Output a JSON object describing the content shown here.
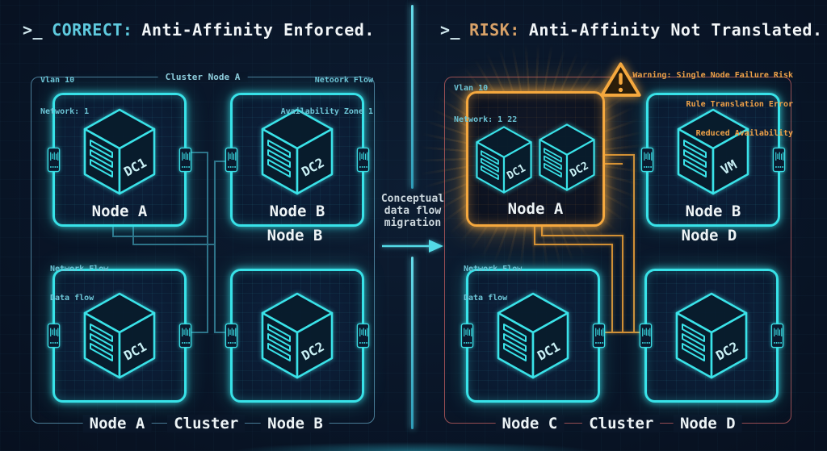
{
  "titles": {
    "left": {
      "prompt": ">_",
      "keyword": "CORRECT:",
      "rest": "Anti-Affinity Enforced."
    },
    "right": {
      "prompt": ">_",
      "keyword": "RISK:",
      "rest": "Anti-Affinity Not Translated."
    }
  },
  "left_panel": {
    "meta_left": [
      "Vlan 10",
      "Network: 1"
    ],
    "meta_right": [
      "Netoork Flow",
      "Availability Zone 1"
    ],
    "cluster_top_label": "Cluster Node A",
    "flow_label": [
      "Network Flow",
      "Data flow"
    ],
    "nodes": {
      "top_left": {
        "cube": "DC1",
        "label": "Node A"
      },
      "top_right": {
        "cube": "DC2",
        "label": "Node B"
      },
      "bottom_left": {
        "cube": "DC1"
      },
      "bottom_right": {
        "cube": "DC2"
      }
    },
    "external_label": "Node B",
    "bottom_labels": [
      "Node A",
      "Cluster",
      "Node B"
    ]
  },
  "right_panel": {
    "meta_left": [
      "Vlan 10",
      "Network: 1 22"
    ],
    "warning_lines": [
      "Warning: Single Node Failure Risk",
      "Rule Translation Error",
      "Reduced Availability"
    ],
    "flow_label": [
      "Network Flow",
      "Data flow"
    ],
    "nodes": {
      "top_left": {
        "cube1": "DC1",
        "cube2": "DC2",
        "label": "Node A"
      },
      "top_right": {
        "cube": "VM",
        "label": "Node B"
      },
      "bottom_left": {
        "cube": "DC1"
      },
      "bottom_right": {
        "cube": "DC2"
      }
    },
    "external_label": "Node D",
    "bottom_labels": [
      "Node C",
      "Cluster",
      "Node D"
    ]
  },
  "center": {
    "caption": [
      "Conceptual",
      "data flow",
      "migration"
    ]
  },
  "colors": {
    "accent_cyan": "#38e2e8",
    "accent_orange": "#f5a83e",
    "title_cyan": "#5fcbdf",
    "title_orange": "#d9a268",
    "meta_cyan": "#6cc5d6",
    "warning_orange": "#eea148",
    "outer_left_border": "#609fbe",
    "outer_right_border": "#b0585c",
    "line_teal": "#2e7389",
    "line_orange": "#d18f35",
    "text_white": "#eef4f6",
    "background": "#0a1628"
  }
}
